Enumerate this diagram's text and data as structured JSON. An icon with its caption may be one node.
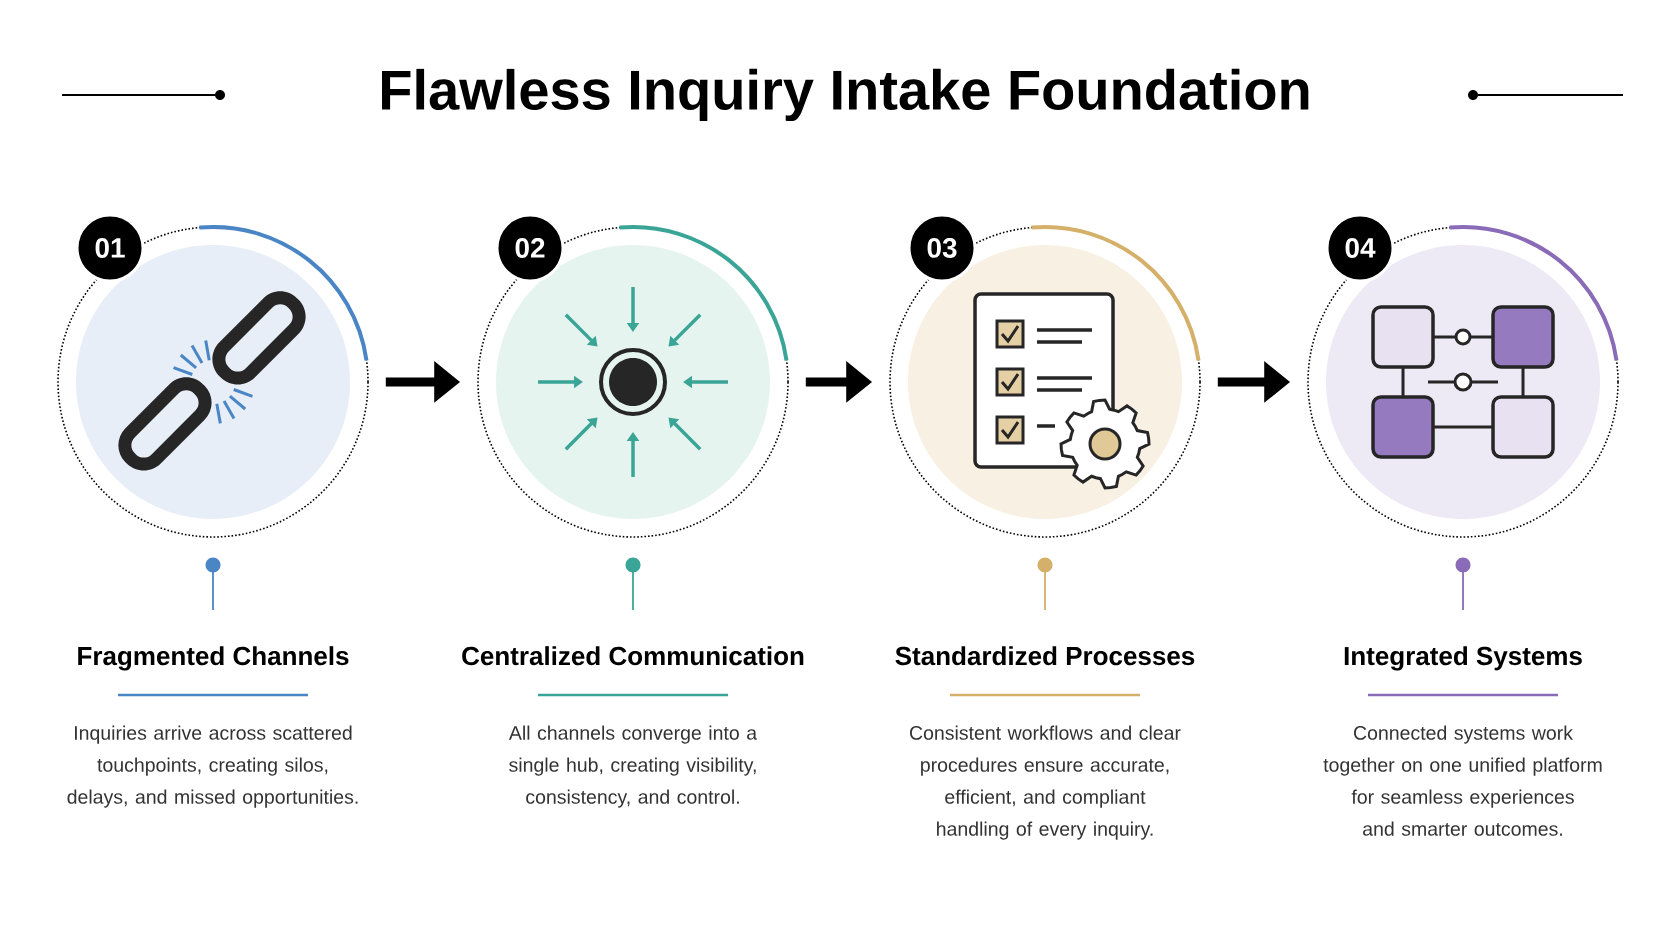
{
  "diagram": {
    "title": "Flawless Inquiry Intake Foundation",
    "nodes": [
      {
        "text": [
          "01",
          "Fragmented Channels",
          "Inquiries arrive across scattered touchpoints, creating silos, delays, and missed opportunities."
        ]
      },
      {
        "text": [
          "02",
          "Centralized Communication",
          "All channels converge into a single hub, creating visibility, consistency, and control."
        ]
      },
      {
        "text": [
          "03",
          "Standardized Processes",
          "Consistent workflows and clear procedures ensure accurate, efficient, and compliant handling of every inquiry."
        ]
      },
      {
        "text": [
          "04",
          "Integrated Systems",
          "Connected systems work together on one unified platform for seamless experiences and smarter outcomes."
        ]
      }
    ],
    "edges": [
      {
        "from": 0,
        "to": 1,
        "arrow": "to"
      },
      {
        "from": 1,
        "to": 2,
        "arrow": "to"
      },
      {
        "from": 2,
        "to": 3,
        "arrow": "to"
      }
    ]
  }
}
